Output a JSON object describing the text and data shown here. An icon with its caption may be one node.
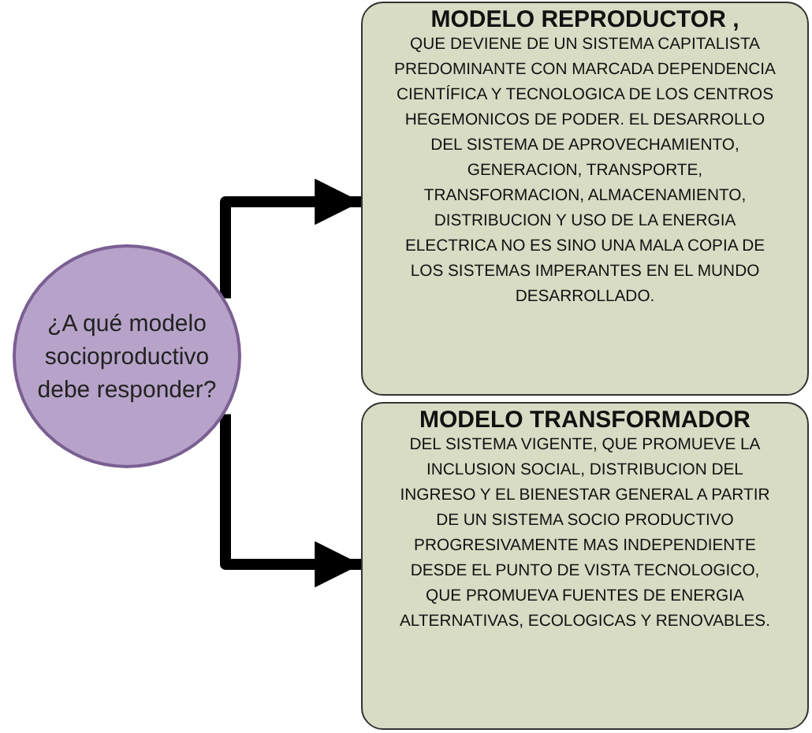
{
  "diagram": {
    "nodes": [
      {
        "text": [
          "¿A qué modelo socioproductivo debe responder?"
        ]
      },
      {
        "text": [
          "MODELO REPRODUCTOR ,",
          "QUE DEVIENE DE UN SISTEMA CAPITALISTA PREDOMINANTE CON MARCADA DEPENDENCIA CIENTÍFICA Y TECNOLOGICA DE LOS CENTROS HEGEMONICOS DE PODER. EL DESARROLLO DEL SISTEMA DE APROVECHAMIENTO, GENERACION, TRANSPORTE, TRANSFORMACION, ALMACENAMIENTO, DISTRIBUCION Y USO DE LA ENERGIA ELECTRICA NO ES SINO UNA MALA COPIA DE LOS SISTEMAS IMPERANTES EN EL MUNDO DESARROLLADO."
        ]
      },
      {
        "text": [
          "MODELO TRANSFORMADOR",
          "DEL SISTEMA VIGENTE, QUE PROMUEVE LA INCLUSION SOCIAL, DISTRIBUCION DEL INGRESO Y EL BIENESTAR GENERAL A PARTIR DE UN SISTEMA SOCIO PRODUCTIVO PROGRESIVAMENTE MAS INDEPENDIENTE DESDE EL PUNTO DE VISTA TECNOLOGICO, QUE PROMUEVA FUENTES DE ENERGIA ALTERNATIVAS, ECOLOGICAS Y RENOVABLES."
        ]
      }
    ],
    "edges": [
      {
        "from": 0,
        "to": 1,
        "arrow": "to"
      },
      {
        "from": 0,
        "to": 2,
        "arrow": "to"
      }
    ]
  }
}
